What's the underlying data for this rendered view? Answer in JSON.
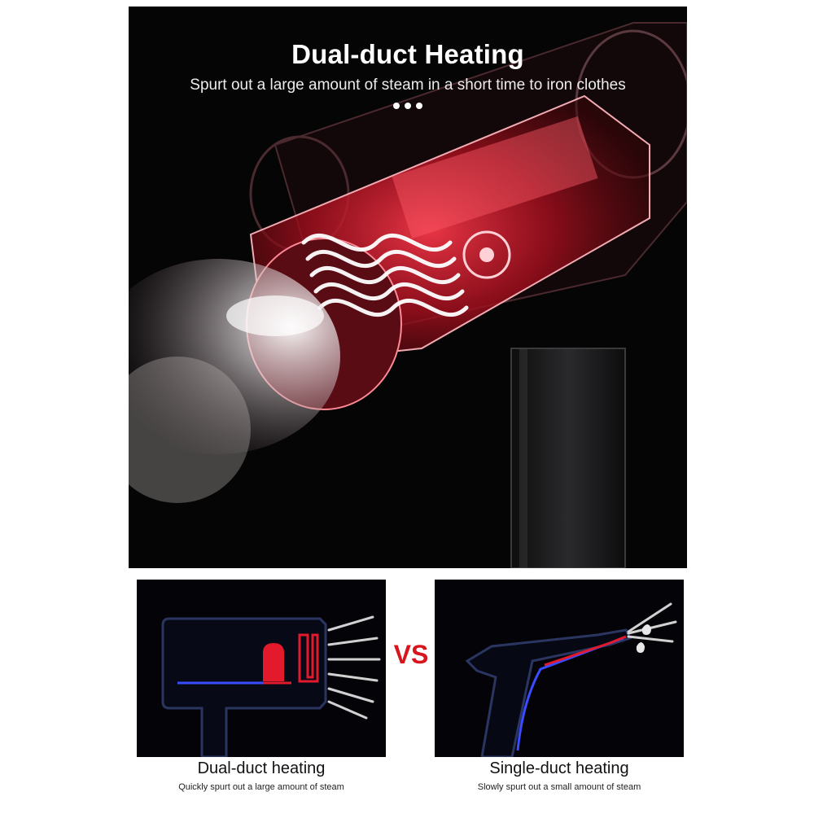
{
  "hero": {
    "title": "Dual-duct Heating",
    "subtitle": "Spurt out a large amount of steam in a short time to iron clothes",
    "illustration": "steamer-cutaway-with-red-heating-element",
    "colors": {
      "background": "#050505",
      "heat": "#e01a2c",
      "steam": "#e8e8e8"
    }
  },
  "comparison": {
    "vs_label": "VS",
    "left": {
      "title": "Dual-duct heating",
      "subtitle": "Quickly spurt out a large amount of steam",
      "illustration": "dual-duct-diagram"
    },
    "right": {
      "title": "Single-duct heating",
      "subtitle": "Slowly spurt out a small amount of steam",
      "illustration": "single-duct-diagram"
    },
    "colors": {
      "vs": "#d8141c",
      "hot": "#e3192c",
      "cold": "#3a4cff"
    }
  }
}
